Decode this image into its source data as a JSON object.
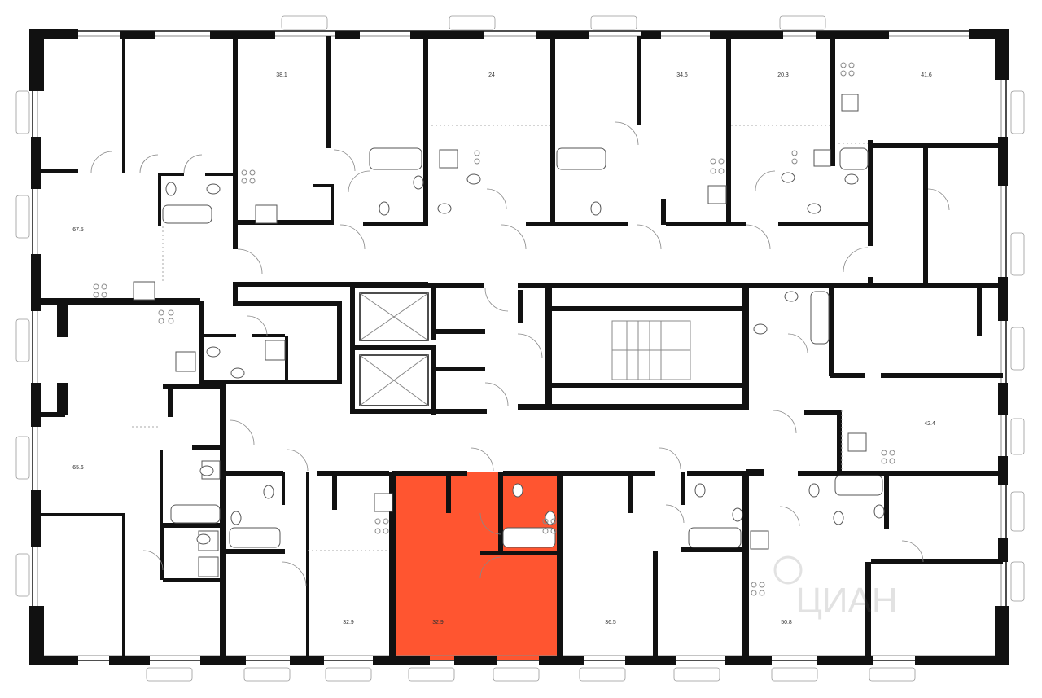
{
  "plan": {
    "highlight_color": "#ff5530",
    "wall_color": "#111111",
    "apartments": [
      {
        "id": "apt-top-1",
        "area": "38.1"
      },
      {
        "id": "apt-top-2",
        "area": "24"
      },
      {
        "id": "apt-top-3",
        "area": "34.6"
      },
      {
        "id": "apt-top-4",
        "area": "20.3"
      },
      {
        "id": "apt-top-5",
        "area": "41.6"
      },
      {
        "id": "apt-left-1",
        "area": "67.5"
      },
      {
        "id": "apt-left-2",
        "area": "65.6"
      },
      {
        "id": "apt-right-1",
        "area": "42.4"
      },
      {
        "id": "apt-bottom-1",
        "area": "32.9"
      },
      {
        "id": "apt-bottom-2",
        "area": "32.9",
        "highlighted": true
      },
      {
        "id": "apt-bottom-3",
        "area": "36.5"
      },
      {
        "id": "apt-bottom-4",
        "area": "50.8"
      }
    ],
    "watermark": "ЦИАН"
  }
}
